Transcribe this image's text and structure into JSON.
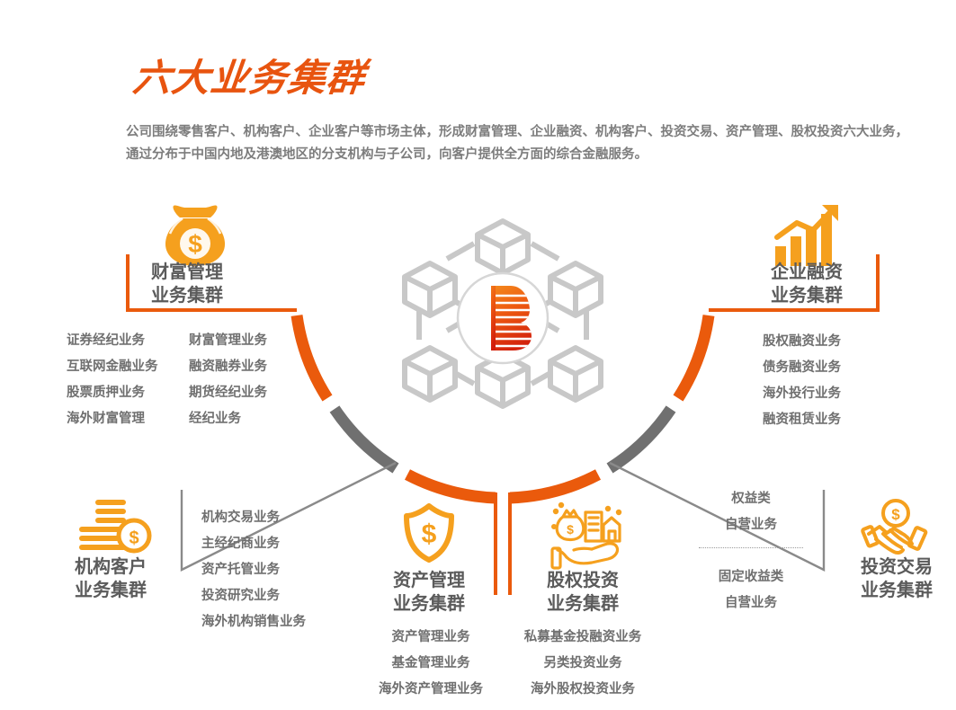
{
  "header": {
    "title": "六大业务集群",
    "description_lines": [
      "公司围绕零售客户、机构客户、企业客户等市场主体，形成财富管理、企业融资、机构客户、投资交易、资产管理、股权投资六大业务，",
      "通过分布于中国内地及港澳地区的分支机构与子公司，向客户提供全方面的综合金融服务。"
    ]
  },
  "center": {
    "logo_name": "company-b-logo",
    "network_icon_name": "hexagon-cube-network-icon",
    "cube_count": 6
  },
  "colors": {
    "title_orange": "#E8540F",
    "arc_orange": "#EA5A0C",
    "arc_grey": "#707070",
    "icon_orange": "#F5A01E",
    "label_grey": "#5B5B5B",
    "item_grey": "#6F6F6F",
    "cube_grey": "#C8C8C8",
    "leader_line_grey": "#8A8A8A",
    "logo_gradient_from": "#F5931E",
    "logo_gradient_to": "#D21F0C"
  },
  "clusters": [
    {
      "id": "wealth-management",
      "icon_name": "money-bag-icon",
      "label_lines": [
        "财富管理",
        "业务集群"
      ],
      "items_col_a": [
        "证券经纪业务",
        "互联网金融业务",
        "股票质押业务",
        "海外财富管理"
      ],
      "items_col_b": [
        "财富管理业务",
        "融资融券业务",
        "期货经纪业务",
        "经纪业务"
      ]
    },
    {
      "id": "corporate-finance",
      "icon_name": "rising-bar-chart-icon",
      "label_lines": [
        "企业融资",
        "业务集群"
      ],
      "items": [
        "股权融资业务",
        "债务融资业务",
        "海外投行业务",
        "融资租赁业务"
      ]
    },
    {
      "id": "institutional-client",
      "icon_name": "coin-stack-icon",
      "label_lines": [
        "机构客户",
        "业务集群"
      ],
      "items": [
        "机构交易业务",
        "主经纪商业务",
        "资产托管业务",
        "投资研究业务",
        "海外机构销售业务"
      ]
    },
    {
      "id": "asset-management",
      "icon_name": "shield-dollar-icon",
      "label_lines": [
        "资产管理",
        "业务集群"
      ],
      "items": [
        "资产管理业务",
        "基金管理业务",
        "海外资产管理业务"
      ]
    },
    {
      "id": "equity-investment",
      "icon_name": "hand-holding-money-buildings-icon",
      "label_lines": [
        "股权投资",
        "业务集群"
      ],
      "items": [
        "私募基金投融资业务",
        "另类投资业务",
        "海外股权投资业务"
      ]
    },
    {
      "id": "investment-trading",
      "icon_name": "handshake-dollar-icon",
      "label_lines": [
        "投资交易",
        "业务集群"
      ],
      "items_group_a": [
        "权益类",
        "自营业务"
      ],
      "items_group_b": [
        "固定收益类",
        "自营业务"
      ]
    }
  ]
}
